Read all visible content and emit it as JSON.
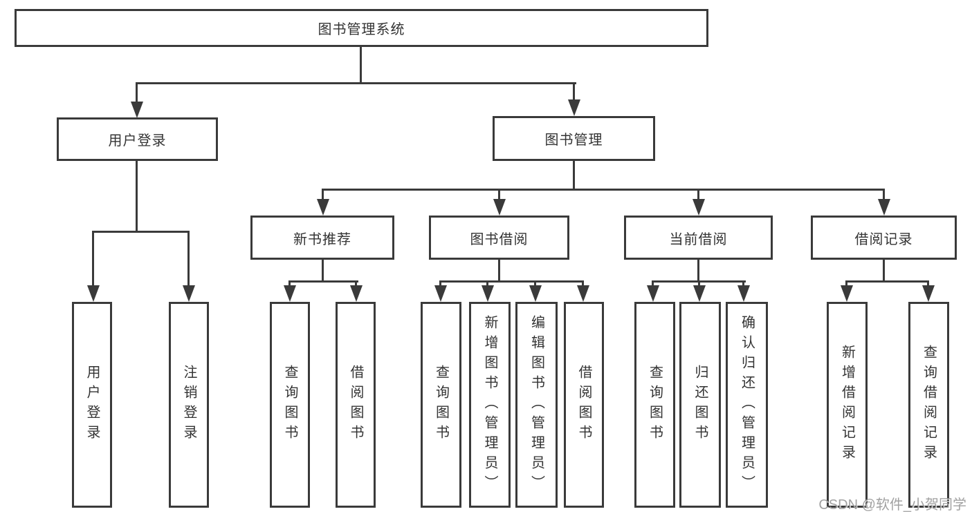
{
  "diagram": {
    "title": "图书管理系统",
    "type": "hierarchy-tree",
    "watermark": "CSDN @软件_小贺同学",
    "tree": {
      "label": "图书管理系统",
      "children": [
        {
          "label": "用户登录",
          "children": [
            {
              "label": "用户登录"
            },
            {
              "label": "注销登录"
            }
          ]
        },
        {
          "label": "图书管理",
          "children": [
            {
              "label": "新书推荐",
              "children": [
                {
                  "label": "查询图书"
                },
                {
                  "label": "借阅图书"
                }
              ]
            },
            {
              "label": "图书借阅",
              "children": [
                {
                  "label": "查询图书"
                },
                {
                  "label": "新增图书（管理员）"
                },
                {
                  "label": "编辑图书（管理员）"
                },
                {
                  "label": "借阅图书"
                }
              ]
            },
            {
              "label": "当前借阅",
              "children": [
                {
                  "label": "查询图书"
                },
                {
                  "label": "归还图书"
                },
                {
                  "label": "确认归还（管理员）"
                }
              ]
            },
            {
              "label": "借阅记录",
              "children": [
                {
                  "label": "新增借阅记录"
                },
                {
                  "label": "查询借阅记录"
                }
              ]
            }
          ]
        }
      ]
    }
  }
}
